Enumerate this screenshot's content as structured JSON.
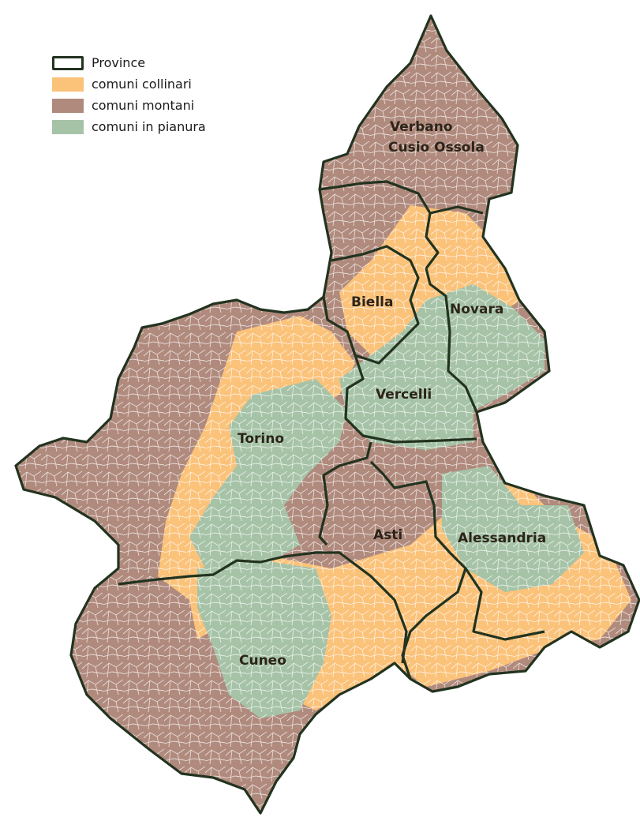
{
  "legend": {
    "items": [
      {
        "label": "Province",
        "kind": "outline",
        "color": "#22331f"
      },
      {
        "label": "comuni collinari",
        "kind": "fill",
        "color": "#fbc27a"
      },
      {
        "label": "comuni montani",
        "kind": "fill",
        "color": "#b08a7d"
      },
      {
        "label": "comuni in pianura",
        "kind": "fill",
        "color": "#a6c3a7"
      }
    ]
  },
  "provinces": {
    "vco": {
      "line1": "Verbano",
      "line2": "Cusio Ossola"
    },
    "biella": "Biella",
    "novara": "Novara",
    "vercelli": "Vercelli",
    "torino": "Torino",
    "asti": "Asti",
    "alessandria": "Alessandria",
    "cuneo": "Cuneo"
  },
  "colors": {
    "collinari": "#fbc27a",
    "montani": "#b08a7d",
    "pianura": "#a6c3a7",
    "border": "#22331f",
    "comune_lines": "#ffffff"
  }
}
